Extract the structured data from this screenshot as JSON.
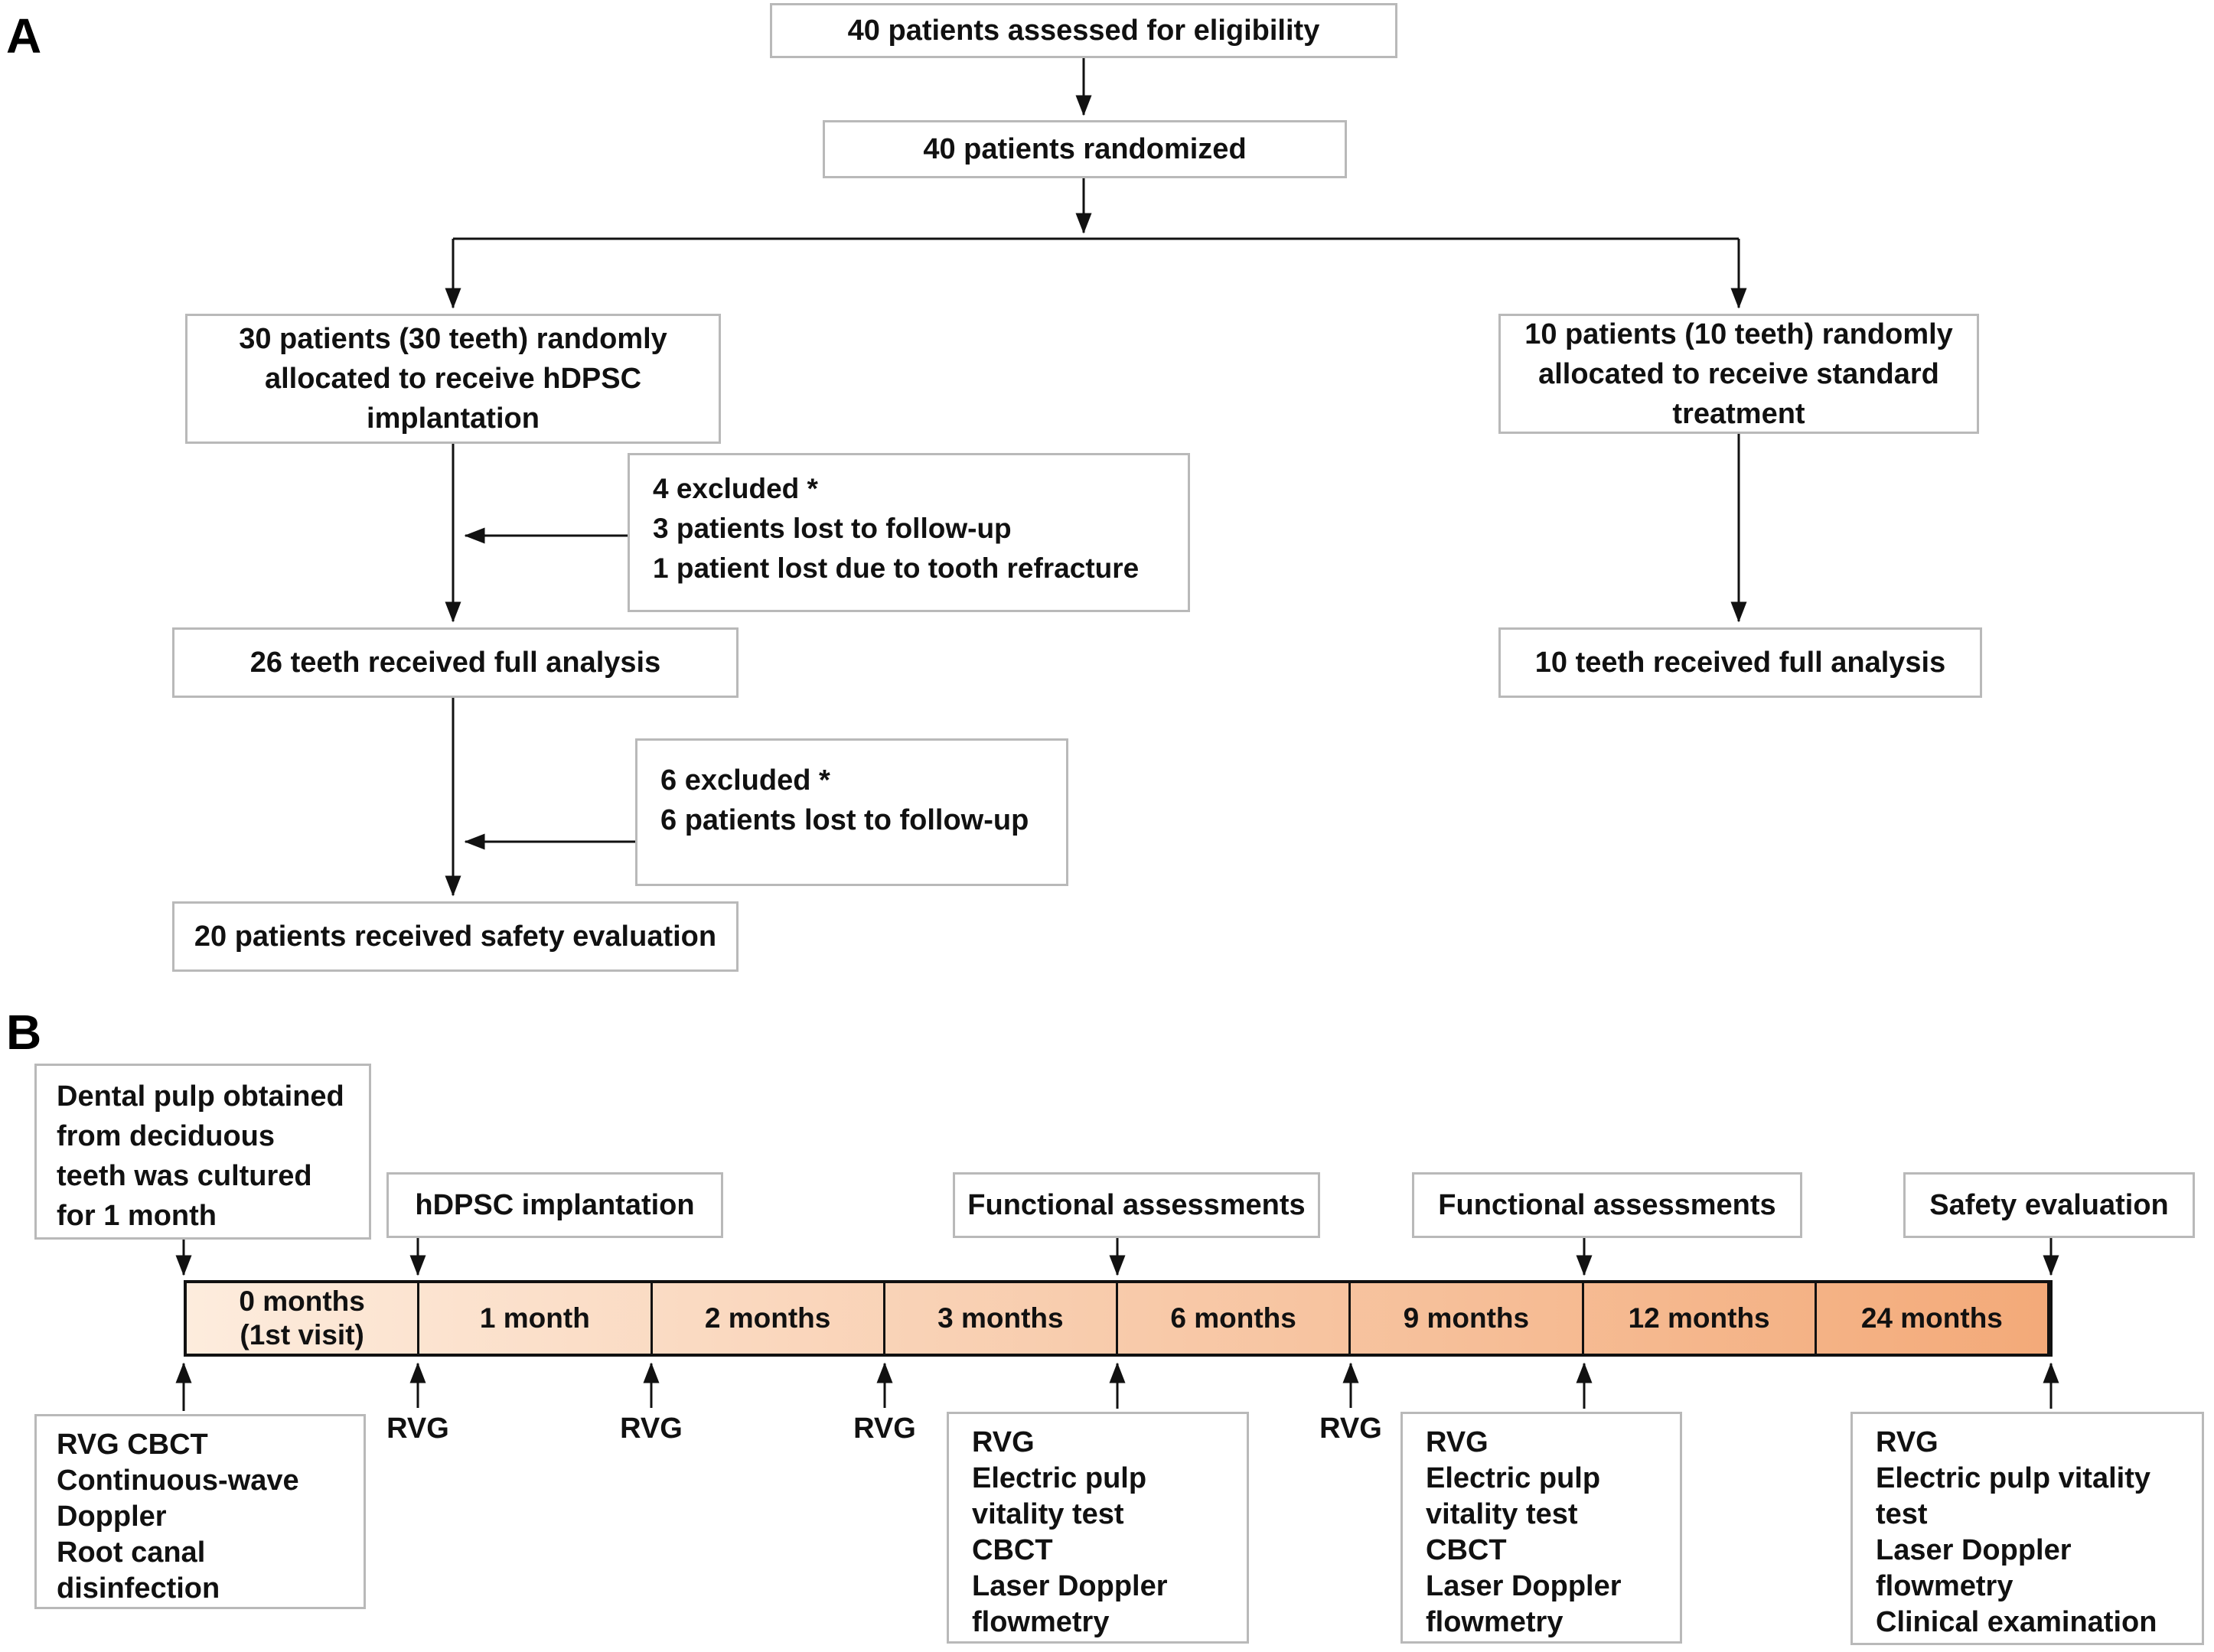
{
  "panel_a": {
    "label": "A",
    "assessed": "40 patients assessed for eligibility",
    "randomized": "40 patients randomized",
    "alloc_hdpsc": "30 patients (30 teeth) randomly\nallocated to receive hDPSC\nimplantation",
    "alloc_standard": "10 patients (10 teeth) randomly\nallocated to receive standard\ntreatment",
    "excluded_1": "4 excluded *\n3 patients lost to follow-up\n1 patient lost due to tooth refracture",
    "analysis_hdpsc": "26 teeth received full analysis",
    "excluded_2": "6 excluded *\n6 patients  lost to follow-up",
    "safety": "20 patients received  safety evaluation",
    "analysis_standard": "10 teeth received full analysis"
  },
  "panel_b": {
    "label": "B",
    "culture_box": "Dental pulp obtained\nfrom deciduous\nteeth was cultured\nfor 1 month",
    "implantation_box": "hDPSC implantation",
    "functional_1": "Functional assessments",
    "functional_2": "Functional assessments",
    "safety_box": "Safety evaluation",
    "timeline": {
      "segments": [
        "0 months\n(1st visit)",
        "1 month",
        "2 months",
        "3 months",
        "6 months",
        "9 months",
        "12 months",
        "24 months"
      ],
      "gradient_start": "#fdecdd",
      "gradient_end": "#f3aa79"
    },
    "rvg_labels": [
      "RVG",
      "RVG",
      "RVG",
      "RVG"
    ],
    "assessments_baseline": "RVG  CBCT\nContinuous-wave\nDoppler\nRoot canal\ndisinfection",
    "assessments_3m": "RVG\nElectric pulp\nvitality test\nCBCT\nLaser Doppler\nflowmetry",
    "assessments_9m": "RVG\nElectric pulp\nvitality test\nCBCT\nLaser Doppler\nflowmetry",
    "assessments_24m": "RVG\nElectric pulp vitality\ntest\nLaser Doppler\nflowmetry\nClinical examination"
  }
}
